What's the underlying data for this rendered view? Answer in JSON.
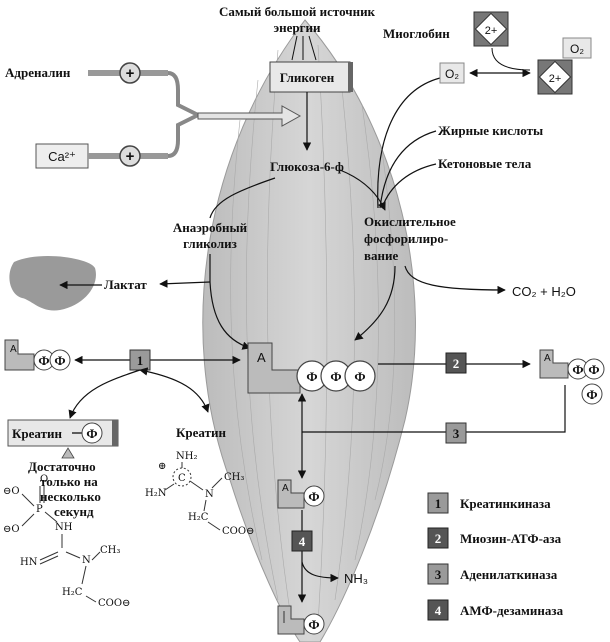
{
  "title_line1": "Самый большой источник",
  "title_line2": "энергии",
  "nodes": {
    "glycogen": "Гликоген",
    "adrenaline": "Адреналин",
    "calcium": "Ca²⁺",
    "g6p": "Глюкоза-6-ф",
    "anaerobic_1": "Анаэробный",
    "anaerobic_2": "гликолиз",
    "lactate": "Лактат",
    "oxid_1": "Окислительное",
    "oxid_2": "фосфорилиро-",
    "oxid_3": "вание",
    "co2": "CO₂ + H₂O",
    "fatty": "Жирные кислоты",
    "ketone": "Кетоновые тела",
    "myoglobin": "Миоглобин",
    "o2_free": "O₂",
    "o2_bound": "O₂",
    "fe": "2+",
    "creatine_phos": "Креатин",
    "creatine": "Креатин",
    "note_1": "Достаточно",
    "note_2": "только на",
    "note_3": "несколько",
    "note_4": "секунд",
    "nh3": "NH₃",
    "phi": "Ф",
    "a": "A",
    "plus": "+"
  },
  "chem": {
    "ch3": "CH₃",
    "nh2": "NH₂",
    "h2n": "H₂N",
    "c": "C",
    "n": "N",
    "h2c": "H₂C",
    "coo": "COO⊖",
    "nh": "NH",
    "hn": "HN",
    "p": "P",
    "o_minus": "⊖O",
    "o": "O",
    "oplus": "⊕"
  },
  "enzymes": [
    {
      "num": "1",
      "name": "Креатинкиназа",
      "color": "#9a9a9a"
    },
    {
      "num": "2",
      "name": "Миозин-АТФ-аза",
      "color": "#555555"
    },
    {
      "num": "3",
      "name": "Аденилаткиназа",
      "color": "#9a9a9a"
    },
    {
      "num": "4",
      "name": "АМФ-дезаминаза",
      "color": "#555555"
    }
  ]
}
